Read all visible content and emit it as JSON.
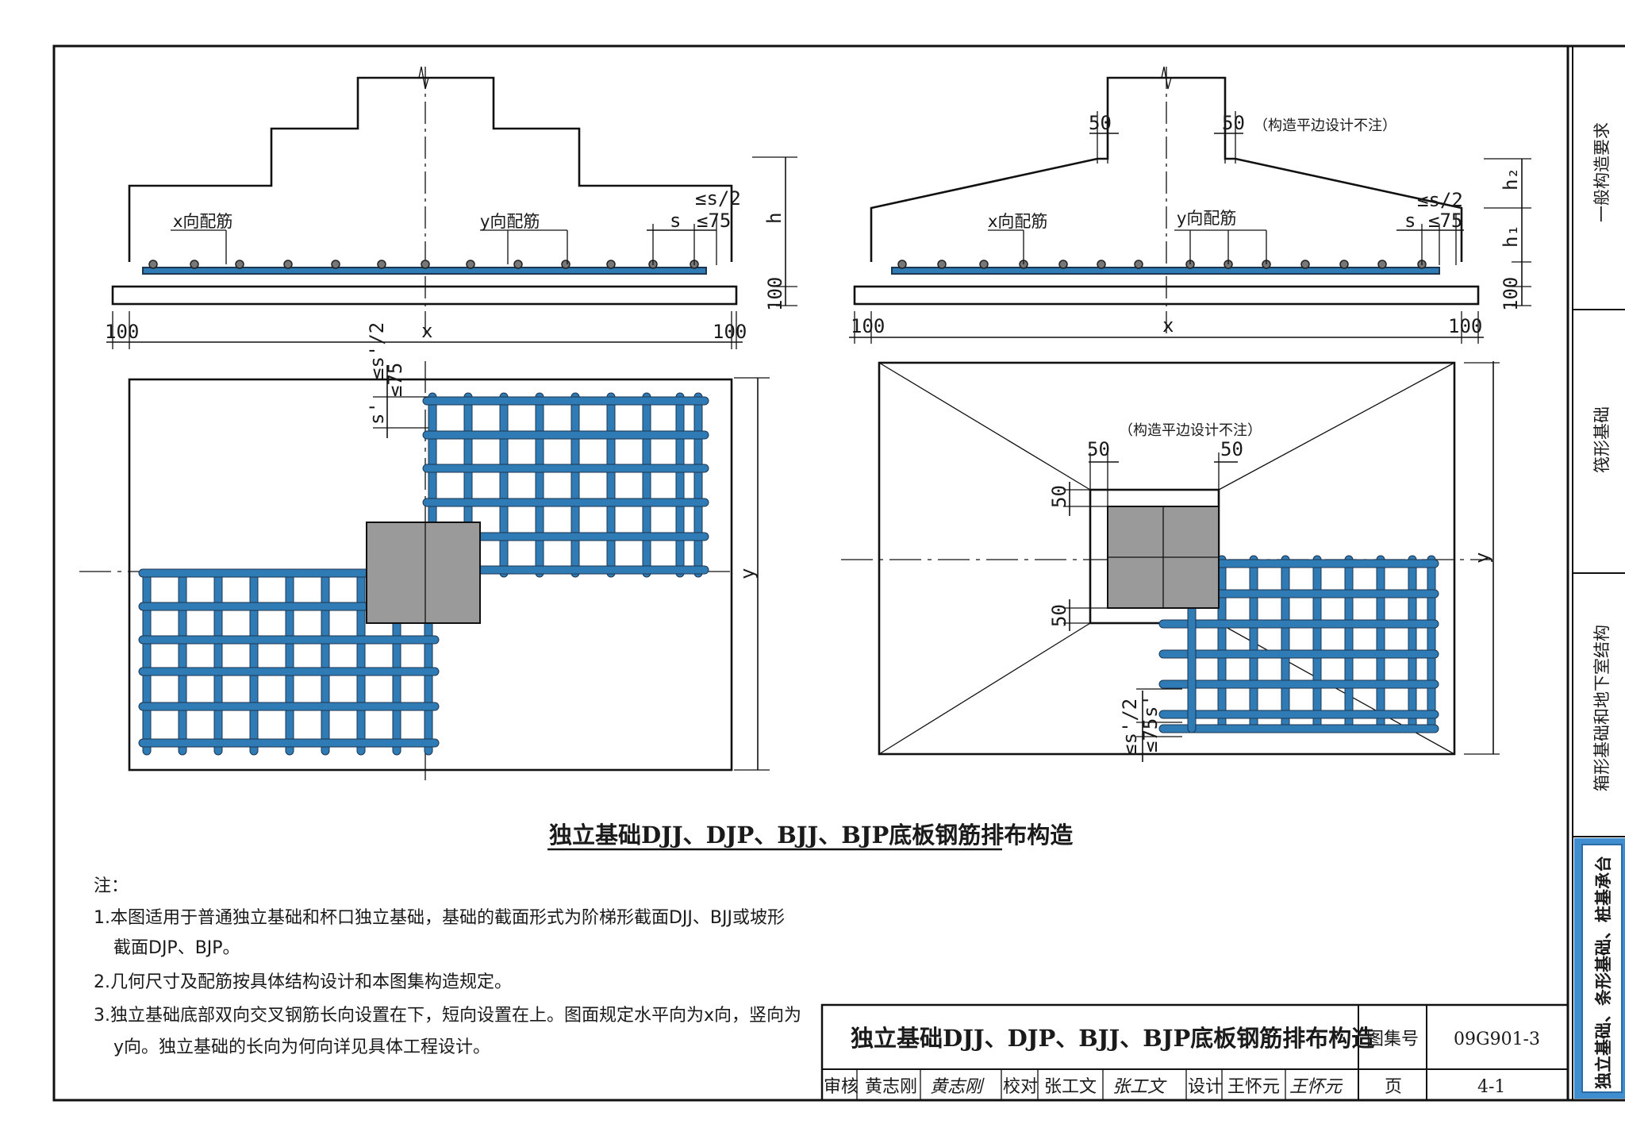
{
  "left_section": {
    "x_rebar_label": "x向配筋",
    "y_rebar_label": "y向配筋",
    "dim_s": "s",
    "dim_le_s2": "≤s/2",
    "dim_le75": "≤75",
    "dim_h": "h",
    "dim_100": "100",
    "dim_x": "x",
    "dim_y": "y",
    "dim_s_prime": "s'",
    "dim_le_s2_prime": "≤s'/2"
  },
  "right_section": {
    "x_rebar_label": "x向配筋",
    "y_rebar_label": "y向配筋",
    "note_construction": "（构造平边设计不注）",
    "dim_50": "50",
    "dim_s": "s",
    "dim_le_s2": "≤s/2",
    "dim_le75": "≤75",
    "dim_h1": "h₁",
    "dim_h2": "h₂",
    "dim_100": "100",
    "dim_x": "x",
    "dim_y": "y",
    "dim_s_prime": "s'",
    "dim_le_s2_prime": "≤s'/2"
  },
  "figure_title": "独立基础DJJ、DJP、BJJ、BJP底板钢筋排布构造",
  "notes": {
    "heading": "注：",
    "line1": "1.本图适用于普通独立基础和杯口独立基础，基础的截面形式为阶梯形截面DJJ、BJJ或坡形",
    "line1b": "截面DJP、BJP。",
    "line2": "2.几何尺寸及配筋按具体结构设计和本图集构造规定。",
    "line3": "3.独立基础底部双向交叉钢筋长向设置在下，短向设置在上。图面规定水平向为x向，竖向为",
    "line3b": "y向。独立基础的长向为何向详见具体工程设计。"
  },
  "title_block": {
    "title": "独立基础DJJ、DJP、BJJ、BJP底板钢筋排布构造",
    "atlas_label": "图集号",
    "atlas_no": "09G901-3",
    "review_label": "审核",
    "review_name": "黄志刚",
    "review_sig": "黄志刚",
    "check_label": "校对",
    "check_name": "张工文",
    "check_sig": "张工文",
    "design_label": "设计",
    "design_name": "王怀元",
    "design_sig": "王怀元",
    "page_label": "页",
    "page_no": "4-1"
  },
  "side_tabs": [
    {
      "label": "一般构造要求",
      "active": false
    },
    {
      "label": "筏形基础",
      "active": false
    },
    {
      "label": "箱形基础和地下室结构",
      "active": false
    },
    {
      "label": "独立基础、条形基础、桩基承台",
      "active": true
    }
  ],
  "colors": {
    "rebar": "#2f7bb5",
    "active_tab": "#3f8fd0",
    "column": "#9a9a9a"
  }
}
